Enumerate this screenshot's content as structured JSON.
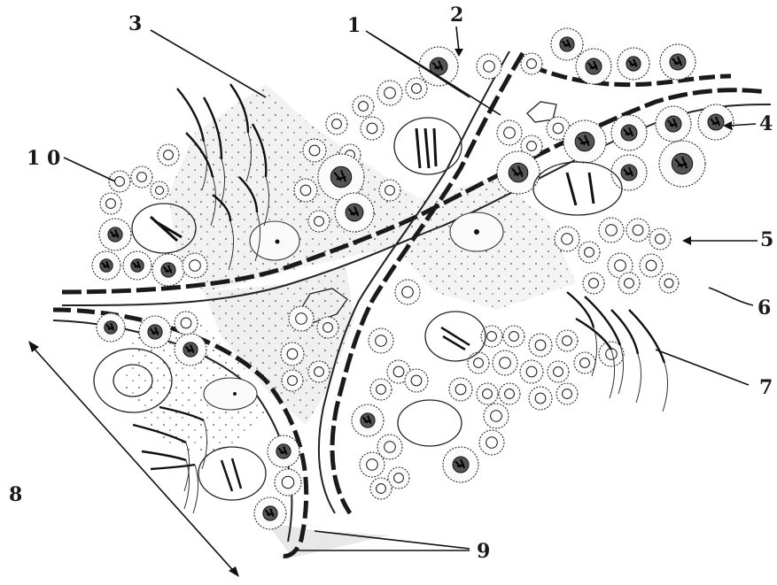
{
  "labels": {
    "l1": "1",
    "l2": "2",
    "l3": "3",
    "l4": "4",
    "l5": "5",
    "l6": "6",
    "l7": "7",
    "l8": "8",
    "l9": "9",
    "l10": "1 0"
  },
  "colors": {
    "ink": "#111111",
    "stroma": "#eeeeee",
    "background": "#ffffff"
  }
}
